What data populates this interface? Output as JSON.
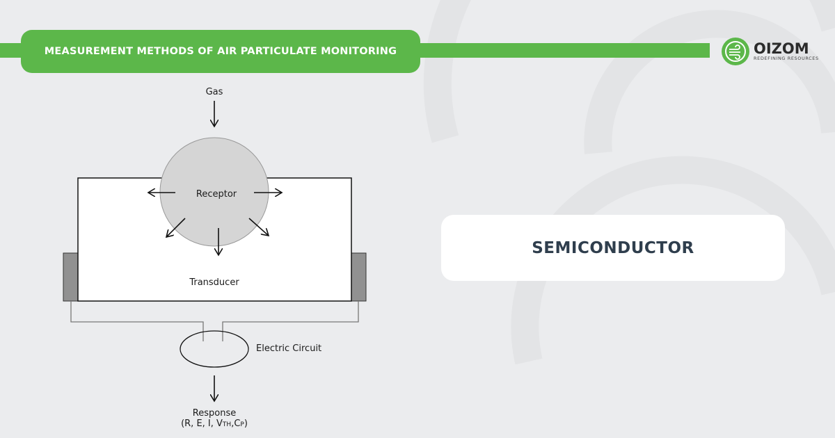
{
  "header": {
    "title": "MEASUREMENT METHODS OF AIR PARTICULATE MONITORING",
    "accent_color": "#5cb74a"
  },
  "logo": {
    "brand": "OIZOM",
    "tagline": "REDEFINING RESOURCES"
  },
  "diagram": {
    "gas": "Gas",
    "receptor": "Receptor",
    "transducer": "Transducer",
    "circuit": "Electric Circuit",
    "response": "Response",
    "response_params": {
      "a": "(R, E, I, V",
      "b": "TH",
      ",c": ",C",
      "d": "P",
      ")": ")"
    }
  },
  "card": {
    "label": "SEMICONDUCTOR",
    "text_color": "#2f3e4d"
  }
}
